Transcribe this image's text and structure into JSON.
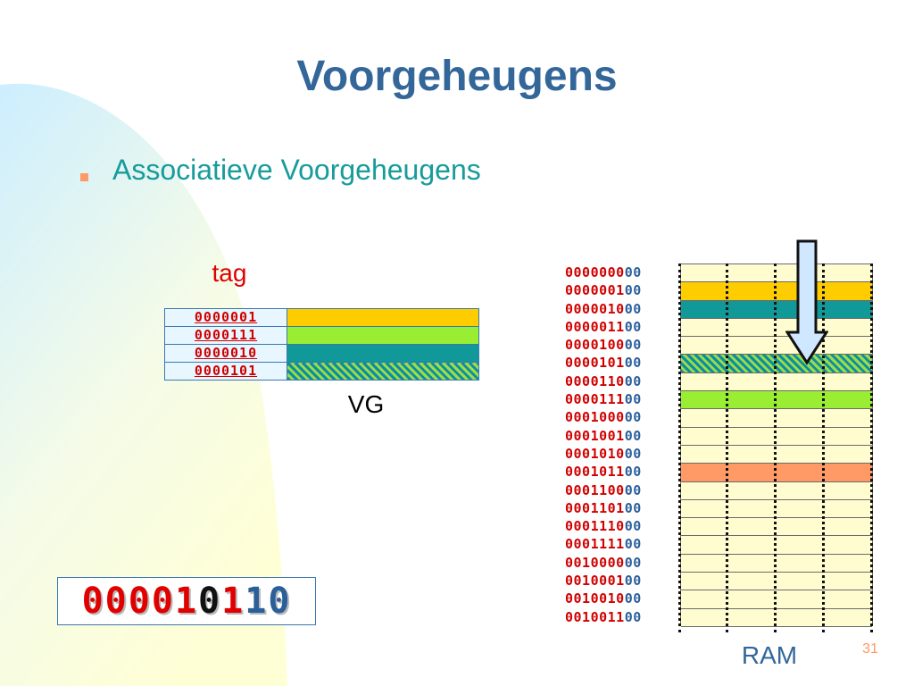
{
  "slide": {
    "title": "Voorgeheugens",
    "subtitle": "Associatieve Voorgeheugens",
    "slide_number": "31",
    "bullet_color": "#ff9966"
  },
  "diagram": {
    "tag_label": "tag",
    "vg_label": "VG",
    "ram_label": "RAM",
    "vg_entries": [
      {
        "tag": "0000001",
        "color": "#ffcc00",
        "pattern": "solid"
      },
      {
        "tag": "0000111",
        "color": "#99ee33",
        "pattern": "solid"
      },
      {
        "tag": "0000010",
        "color": "#119999",
        "pattern": "solid"
      },
      {
        "tag": "0000101",
        "color": "#0b8fa0",
        "pattern": "hatched"
      }
    ],
    "ram_rows": [
      {
        "addr_high": "0000000",
        "addr_low": "00",
        "color": "#fffdd0",
        "pattern": "solid"
      },
      {
        "addr_high": "0000001",
        "addr_low": "00",
        "color": "#ffcc00",
        "pattern": "solid"
      },
      {
        "addr_high": "0000010",
        "addr_low": "00",
        "color": "#119999",
        "pattern": "solid"
      },
      {
        "addr_high": "0000011",
        "addr_low": "00",
        "color": "#fffdd0",
        "pattern": "solid"
      },
      {
        "addr_high": "0000100",
        "addr_low": "00",
        "color": "#fffdd0",
        "pattern": "solid"
      },
      {
        "addr_high": "0000101",
        "addr_low": "00",
        "color": "#0b8fa0",
        "pattern": "hatched"
      },
      {
        "addr_high": "0000110",
        "addr_low": "00",
        "color": "#fffdd0",
        "pattern": "solid"
      },
      {
        "addr_high": "0000111",
        "addr_low": "00",
        "color": "#99ee33",
        "pattern": "solid"
      },
      {
        "addr_high": "0001000",
        "addr_low": "00",
        "color": "#fffdd0",
        "pattern": "solid"
      },
      {
        "addr_high": "0001001",
        "addr_low": "00",
        "color": "#fffdd0",
        "pattern": "solid"
      },
      {
        "addr_high": "0001010",
        "addr_low": "00",
        "color": "#fffdd0",
        "pattern": "solid"
      },
      {
        "addr_high": "0001011",
        "addr_low": "00",
        "color": "#ff9966",
        "pattern": "solid"
      },
      {
        "addr_high": "0001100",
        "addr_low": "00",
        "color": "#fffdd0",
        "pattern": "solid"
      },
      {
        "addr_high": "0001101",
        "addr_low": "00",
        "color": "#fffdd0",
        "pattern": "solid"
      },
      {
        "addr_high": "0001110",
        "addr_low": "00",
        "color": "#fffdd0",
        "pattern": "solid"
      },
      {
        "addr_high": "0001111",
        "addr_low": "00",
        "color": "#fffdd0",
        "pattern": "solid"
      },
      {
        "addr_high": "0010000",
        "addr_low": "00",
        "color": "#fffdd0",
        "pattern": "solid"
      },
      {
        "addr_high": "0010001",
        "addr_low": "00",
        "color": "#fffdd0",
        "pattern": "solid"
      },
      {
        "addr_high": "0010010",
        "addr_low": "00",
        "color": "#fffdd0",
        "pattern": "solid"
      },
      {
        "addr_high": "0010011",
        "addr_low": "00",
        "color": "#fffdd0",
        "pattern": "solid"
      }
    ],
    "address": {
      "bits": [
        {
          "value": "0",
          "color": "red"
        },
        {
          "value": "0",
          "color": "red"
        },
        {
          "value": "0",
          "color": "red"
        },
        {
          "value": "0",
          "color": "red"
        },
        {
          "value": "1",
          "color": "red"
        },
        {
          "value": "0",
          "color": "black"
        },
        {
          "value": "1",
          "color": "red"
        },
        {
          "value": "1",
          "color": "blue"
        },
        {
          "value": "0",
          "color": "blue"
        }
      ]
    }
  }
}
